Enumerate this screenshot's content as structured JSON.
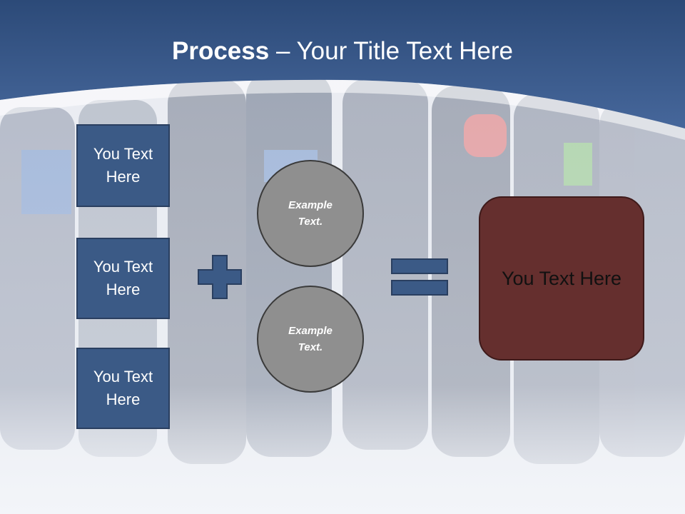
{
  "slide": {
    "title_bold": "Process",
    "title_rest": " – Your Title Text Here"
  },
  "left_boxes": [
    {
      "label": "You Text Here"
    },
    {
      "label": "You Text Here"
    },
    {
      "label": "You Text Here"
    }
  ],
  "circles": [
    {
      "label": "Example Text."
    },
    {
      "label": "Example Text."
    }
  ],
  "result": {
    "label": "You Text Here"
  },
  "operators": {
    "plus": "plus-icon",
    "equals": "equals-icon"
  },
  "colors": {
    "header": "#3b5f93",
    "box": "#3b5a86",
    "circle": "#8f8f8f",
    "result": "#652f2e"
  }
}
